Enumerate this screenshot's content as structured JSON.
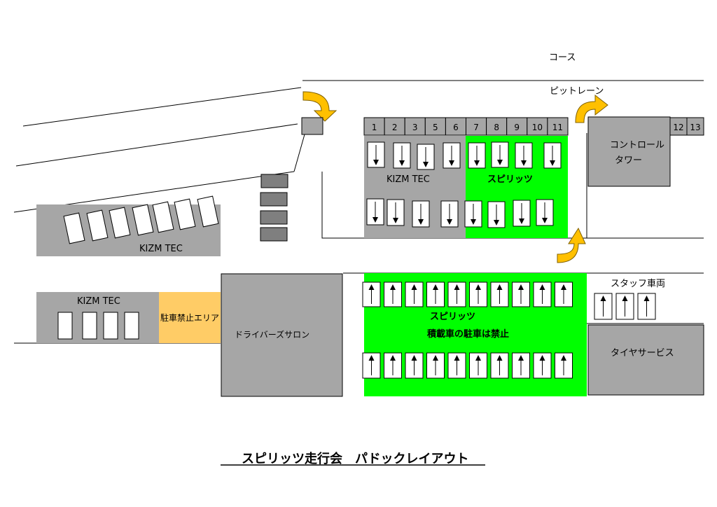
{
  "course_label": "コース",
  "pitlane_label": "ピットレーン",
  "control_tower_label": [
    "コントロール",
    "タワー"
  ],
  "pit_numbers": [
    "1",
    "2",
    "3",
    "5",
    "6",
    "7",
    "8",
    "9",
    "10",
    "11"
  ],
  "pit_numbers_right": [
    "12",
    "13"
  ],
  "kizm_upper_label": "KIZM TEC",
  "spirits_upper_label": "スピリッツ",
  "kizm_left_label": "KIZM TEC",
  "kizm_lower_label": "KIZM TEC",
  "no_parking_label": "駐車禁止エリア",
  "drivers_salon_label": "ドライバーズサロン",
  "spirits_lower_label": "スピリッツ",
  "loader_notice": "積載車の駐車は禁止",
  "staff_vehicles_label": "スタッフ車両",
  "tire_service_label": "タイヤサービス",
  "page_title": "スピリッツ走行会　パドックレイアウト",
  "colors": {
    "gray_area": "#a6a6a6",
    "green_area": "#00ff00",
    "orange_area": "#ffcc66",
    "arrow_yellow": "#ffc000",
    "dark_block": "#7f7f7f"
  }
}
